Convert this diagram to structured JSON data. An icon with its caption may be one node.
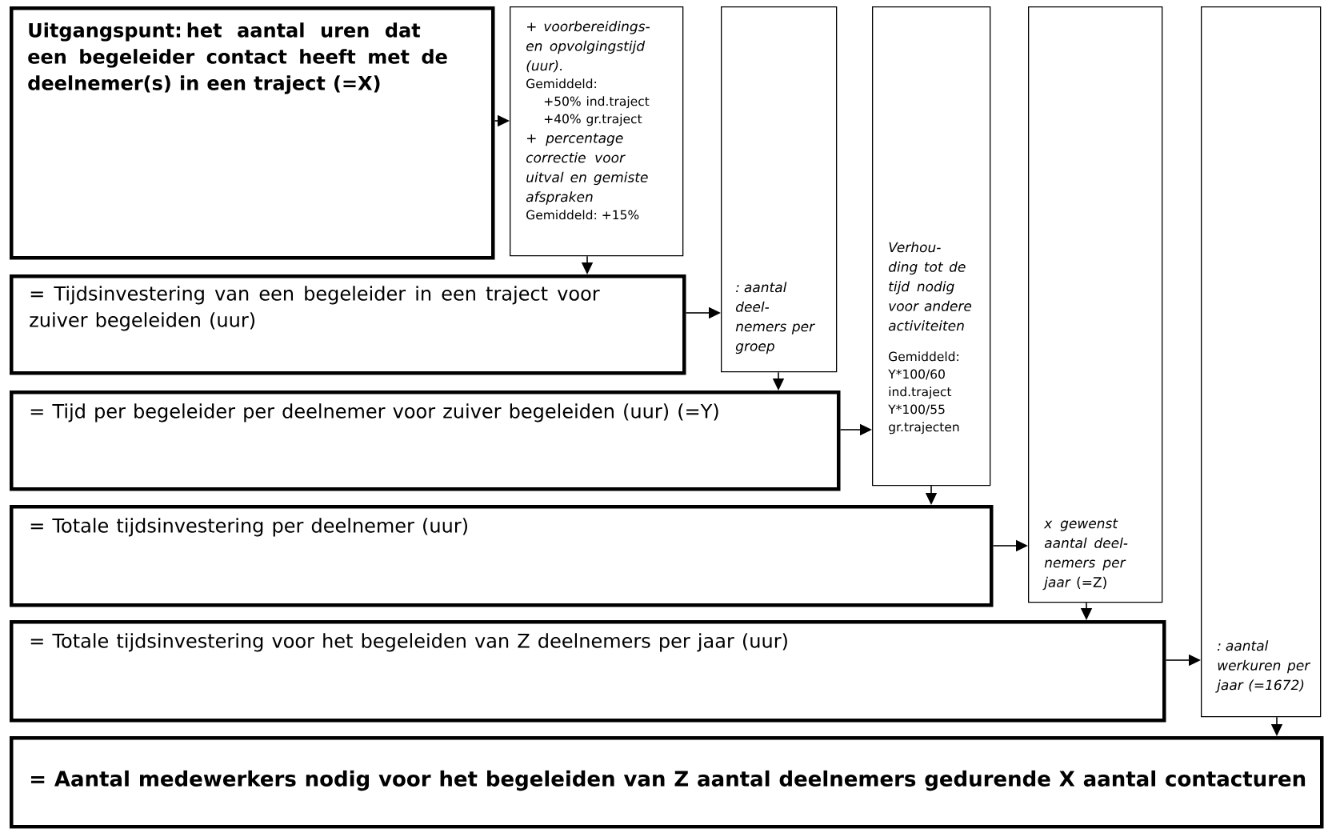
{
  "diagram": {
    "nodes": [
      {
        "text": [
          "Uitgangspunt: het aantal uren dat een begeleider contact heeft met de deelnemer(s) in een traject (=X)"
        ]
      },
      {
        "text": [
          "+ voorbereidings- en opvolgingstijd (uur).",
          "Gemiddeld:",
          "+50% ind.traject",
          "+40% gr.traject",
          "+ percentage correctie voor uitval en gemiste afspraken",
          "Gemiddeld: +15%"
        ]
      },
      {
        "text": [
          "= Tijdsinvestering van een begeleider in een traject voor zuiver begeleiden (uur)"
        ]
      },
      {
        "text": [
          ": aantal deel- nemers per groep"
        ]
      },
      {
        "text": [
          "= Tijd per begeleider per deelnemer voor zuiver begeleiden (uur) (=Y)"
        ]
      },
      {
        "text": [
          "Verhou- ding tot de tijd nodig voor andere activiteiten",
          "Gemiddeld:",
          "Y*100/60 ind.traject",
          "Y*100/55 gr.trajecten"
        ]
      },
      {
        "text": [
          "= Totale tijdsinvestering per deelnemer (uur)"
        ]
      },
      {
        "text": [
          "*x gewenst aantal deel- nemers per jaar* (=Z)"
        ]
      },
      {
        "text": [
          "= Totale tijdsinvestering voor het begeleiden van Z deelnemers per jaar (uur)"
        ]
      },
      {
        "text": [
          ": aantal werkuren per jaar (=1672)"
        ]
      },
      {
        "text": [
          "= Aantal medewerkers nodig voor het begeleiden van Z aantal deelnemers gedurende X aantal contacturen"
        ]
      }
    ],
    "edges": [
      {
        "from": 0,
        "to": 1,
        "arrow": "to"
      },
      {
        "from": 1,
        "to": 2,
        "arrow": "to"
      },
      {
        "from": 2,
        "to": 3,
        "arrow": "to"
      },
      {
        "from": 3,
        "to": 4,
        "arrow": "to"
      },
      {
        "from": 4,
        "to": 5,
        "arrow": "to"
      },
      {
        "from": 5,
        "to": 6,
        "arrow": "to"
      },
      {
        "from": 6,
        "to": 7,
        "arrow": "to"
      },
      {
        "from": 7,
        "to": 8,
        "arrow": "to"
      },
      {
        "from": 8,
        "to": 9,
        "arrow": "to"
      },
      {
        "from": 9,
        "to": 10,
        "arrow": "to"
      }
    ]
  }
}
